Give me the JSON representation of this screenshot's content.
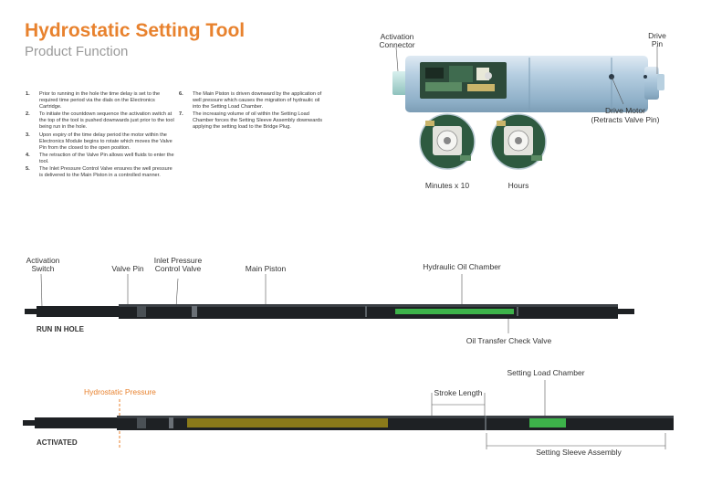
{
  "header": {
    "title": "Hydrostatic Setting Tool",
    "subtitle": "Product Function"
  },
  "steps_left": [
    {
      "num": "1.",
      "text": "Prior to running in the hole the time delay is set to the required time period via the dials on the Electronics Cartridge."
    },
    {
      "num": "2.",
      "text": "To initiate the countdown sequence the activation switch at the top of the tool is pushed downwards just prior to the tool being run in the hole."
    },
    {
      "num": "3.",
      "text": "Upon expiry of the time delay period the motor within the Electronics Module begins to rotate which moves the Valve Pin from the closed to the open position."
    },
    {
      "num": "4.",
      "text": "The retraction of the Valve Pin allows well fluids to enter the tool."
    },
    {
      "num": "5.",
      "text": "The Inlet Pressure Control Valve ensures the well pressure is delivered to the Main Piston in a controlled manner."
    }
  ],
  "steps_right": [
    {
      "num": "6.",
      "text": "The Main Piston is driven downward by the application of well pressure which causes the migration of hydraulic oil into the Setting Load Chamber."
    },
    {
      "num": "7.",
      "text": "The increasing volume of oil within the Setting Load Chamber forces the Setting Sleeve Assembly downwards applying the setting load to the Bridge Plug."
    }
  ],
  "module_labels": {
    "activation_connector": "Activation\nConnector",
    "drive_pin": "Drive\nPin",
    "drive_motor": "Drive Motor",
    "drive_motor_note": "(Retracts Valve Pin)",
    "minutes": "Minutes x 10",
    "hours": "Hours"
  },
  "run_in_hole": {
    "state_label": "RUN IN HOLE",
    "activation_switch": "Activation\nSwitch",
    "valve_pin": "Valve Pin",
    "inlet_valve": "Inlet Pressure\nControl Valve",
    "main_piston": "Main Piston",
    "hydraulic_chamber": "Hydraulic Oil Chamber",
    "check_valve": "Oil Transfer Check Valve"
  },
  "activated": {
    "state_label": "ACTIVATED",
    "hydrostatic_pressure": "Hydrostatic Pressure",
    "stroke_length": "Stroke Length",
    "setting_load_chamber": "Setting Load Chamber",
    "setting_sleeve": "Setting Sleeve Assembly"
  },
  "colors": {
    "accent": "#e8822e",
    "oil_green": "#3db34a",
    "oil_yellow": "#8a7a1a",
    "tool_dark": "#1e2124",
    "module_blue": "#a9c6dc"
  }
}
